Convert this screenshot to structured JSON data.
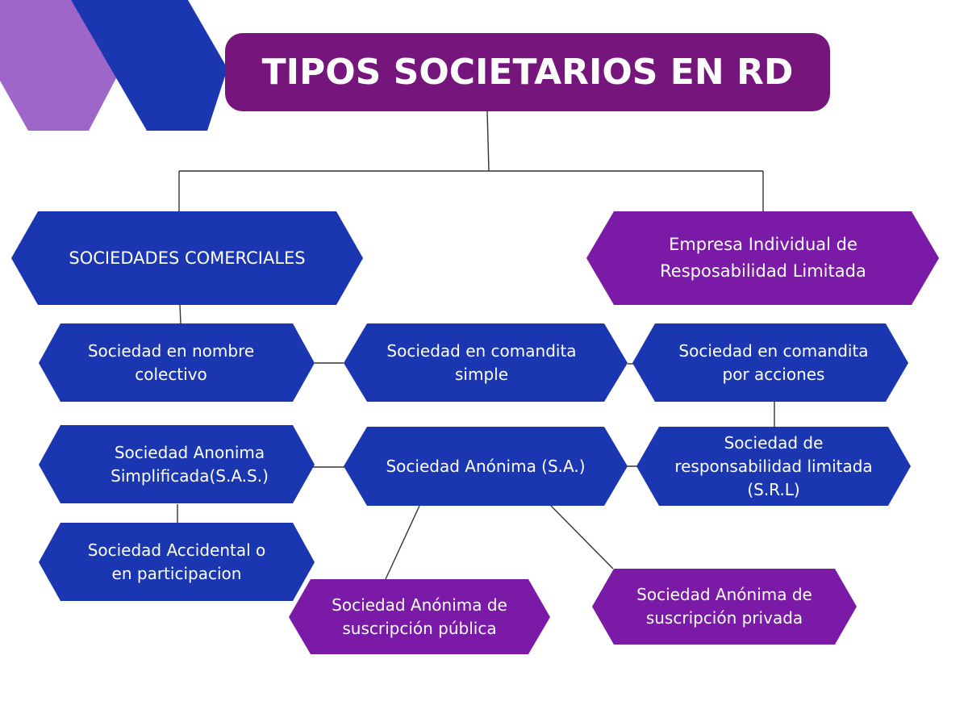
{
  "colors": {
    "blue": "#1a36b0",
    "purple": "#7a1aa6",
    "title_purple": "#76157c",
    "deco_lavender": "#9e66c9",
    "deco_blue": "#1a36b0",
    "line": "#333333",
    "background": "#ffffff"
  },
  "title": "TIPOS SOCIETARIOS EN RD",
  "branches": {
    "comerciales": {
      "label": "SOCIEDADES COMERCIALES",
      "color": "blue"
    },
    "eirl": {
      "label": "Empresa Individual de\nResposabilidad Limitada",
      "color": "purple"
    }
  },
  "nodes": {
    "nombre_colectivo": {
      "label": "Sociedad en nombre\ncolectivo",
      "color": "blue"
    },
    "comandita_simple": {
      "label": "Sociedad en comandita\nsimple",
      "color": "blue"
    },
    "comandita_acciones": {
      "label": "Sociedad en comandita\npor acciones",
      "color": "blue"
    },
    "sas": {
      "label": "Sociedad Anonima\nSimplificada(S.A.S.)",
      "color": "blue"
    },
    "sa": {
      "label": "Sociedad Anónima (S.A.)",
      "color": "blue"
    },
    "srl": {
      "label": "Sociedad de\nresponsabilidad limitada\n(S.R.L)",
      "color": "blue"
    },
    "accidental": {
      "label": "Sociedad Accidental o\nen participacion",
      "color": "blue"
    },
    "sa_publica": {
      "label": "Sociedad Anónima de\nsuscripción pública",
      "color": "purple"
    },
    "sa_privada": {
      "label": "Sociedad Anónima de\nsuscripción privada",
      "color": "purple"
    }
  }
}
